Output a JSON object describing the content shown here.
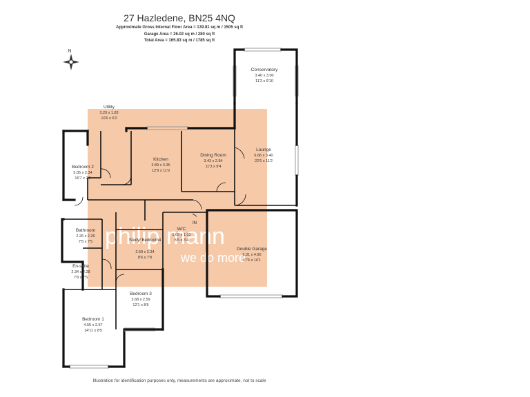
{
  "header": {
    "title": "27 Hazledene, BN25 4NQ",
    "gross_area": "Approximate Gross Internal Floor Area = 139.81 sq m / 1505 sq ft",
    "garage_area": "Garage Area = 26.02 sq m / 280 sq ft",
    "total_area": "Total Area = 165.83 sq m / 1785 sq ft"
  },
  "compass": {
    "label": "N"
  },
  "watermark": {
    "brand": "philip mann",
    "tagline": "we do more"
  },
  "rooms": [
    {
      "id": "conservatory",
      "name": "Conservatory",
      "metric": "3.40 x 3.00",
      "imperial": "11'2 x 9'10"
    },
    {
      "id": "utility",
      "name": "Utility",
      "metric": "3.20 x 1.83",
      "imperial": "10'6 x 6'0"
    },
    {
      "id": "kitchen",
      "name": "Kitchen",
      "metric": "3.89 x 3.35",
      "imperial": "12'9 x 11'0"
    },
    {
      "id": "dining",
      "name": "Dining Room",
      "metric": "3.43 x 2.84",
      "imperial": "11'3 x 9'4"
    },
    {
      "id": "lounge",
      "name": "Lounge",
      "metric": "6.86 x 3.40",
      "imperial": "22'6 x 11'2"
    },
    {
      "id": "bedroom2",
      "name": "Bedroom 2",
      "metric": "5.05 x 2.34",
      "imperial": "16'7 x 7'8"
    },
    {
      "id": "bathroom",
      "name": "Bathroom",
      "metric": "2.26 x 2.26",
      "imperial": "7'5 x 7'5"
    },
    {
      "id": "wc",
      "name": "W/C",
      "metric": "1.65 x 1.02",
      "imperial": "5'5 x 3'4"
    },
    {
      "id": "study",
      "name": "Study/ Bedroom4",
      "metric": "2.59 x 2.34",
      "imperial": "8'6 x 7'8"
    },
    {
      "id": "garage",
      "name": "Double Garage",
      "metric": "5.31 x 4.90",
      "imperial": "17'5 x 16'1"
    },
    {
      "id": "ensuite",
      "name": "En-suite",
      "metric": "2.34 x 2.28",
      "imperial": "7'8 x 7'5"
    },
    {
      "id": "bedroom3",
      "name": "Bedroom 3",
      "metric": "3.68 x 2.59",
      "imperial": "12'1 x 8'6"
    },
    {
      "id": "bedroom1",
      "name": "Bedroom 1",
      "metric": "4.55 x 2.57",
      "imperial": "14'11 x 8'5"
    }
  ],
  "entrance_label": "IN",
  "disclaimer": "Illustration for identification purposes only, measurements are approximate, not to scale",
  "colors": {
    "wall": "#111111",
    "watermark": "#f6c9a9",
    "watermark_text": "#ffffff",
    "window": "#9a9a9a"
  }
}
